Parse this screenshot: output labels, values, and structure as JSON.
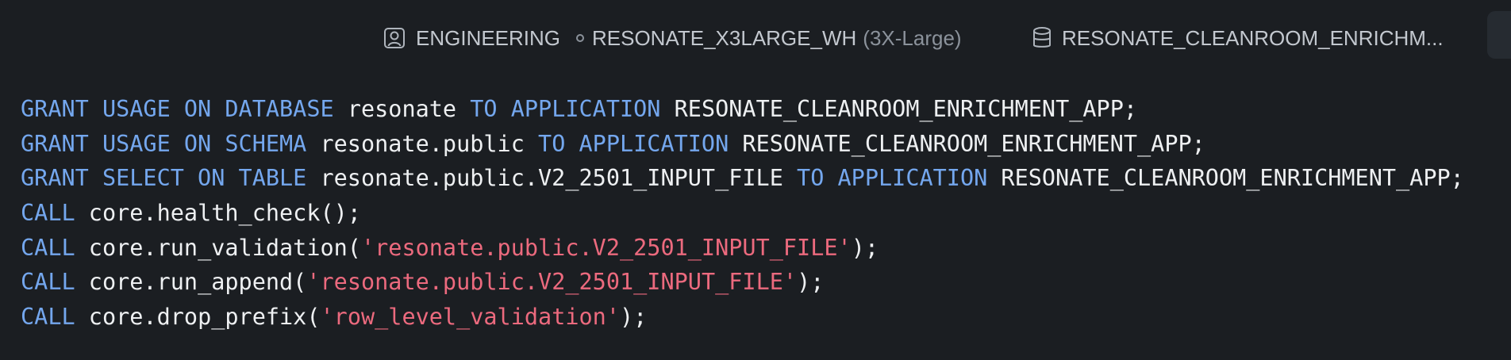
{
  "context": {
    "role": "ENGINEERING",
    "warehouse_name": "RESONATE_X3LARGE_WH",
    "warehouse_size": "(3X-Large)",
    "database": "RESONATE_CLEANROOM_ENRICHM..."
  },
  "editor": {
    "lines": [
      [
        {
          "t": "kw",
          "v": "GRANT USAGE ON DATABASE"
        },
        {
          "t": "id",
          "v": " resonate "
        },
        {
          "t": "kw",
          "v": "TO APPLICATION"
        },
        {
          "t": "id",
          "v": " RESONATE_CLEANROOM_ENRICHMENT_APP;"
        }
      ],
      [
        {
          "t": "kw",
          "v": "GRANT USAGE ON SCHEMA"
        },
        {
          "t": "id",
          "v": " resonate.public "
        },
        {
          "t": "kw",
          "v": "TO APPLICATION"
        },
        {
          "t": "id",
          "v": " RESONATE_CLEANROOM_ENRICHMENT_APP;"
        }
      ],
      [
        {
          "t": "kw",
          "v": "GRANT SELECT ON TABLE"
        },
        {
          "t": "id",
          "v": " resonate.public.V2_2501_INPUT_FILE "
        },
        {
          "t": "kw",
          "v": "TO APPLICATION"
        },
        {
          "t": "id",
          "v": " RESONATE_CLEANROOM_ENRICHMENT_APP;"
        }
      ],
      [
        {
          "t": "kw",
          "v": "CALL"
        },
        {
          "t": "id",
          "v": " core.health_check();"
        }
      ],
      [
        {
          "t": "kw",
          "v": "CALL"
        },
        {
          "t": "id",
          "v": " core.run_validation("
        },
        {
          "t": "str",
          "v": "'resonate.public.V2_2501_INPUT_FILE'"
        },
        {
          "t": "pn",
          "v": ");"
        }
      ],
      [
        {
          "t": "kw",
          "v": "CALL"
        },
        {
          "t": "id",
          "v": " core.run_append("
        },
        {
          "t": "str",
          "v": "'resonate.public.V2_2501_INPUT_FILE'"
        },
        {
          "t": "pn",
          "v": ");"
        }
      ],
      [
        {
          "t": "kw",
          "v": "CALL"
        },
        {
          "t": "id",
          "v": " core.drop_prefix("
        },
        {
          "t": "str",
          "v": "'row_level_validation'"
        },
        {
          "t": "pn",
          "v": ");"
        }
      ]
    ]
  },
  "colors": {
    "background": "#1b1e22",
    "keyword": "#74a7ee",
    "identifier": "#eef0f2",
    "string": "#ec6a7e",
    "toolbar_text": "#c3c8cf",
    "muted": "#8b929b"
  },
  "icons": {
    "role": "user-badge-icon",
    "warehouse": "status-dot-icon",
    "database": "database-icon"
  }
}
